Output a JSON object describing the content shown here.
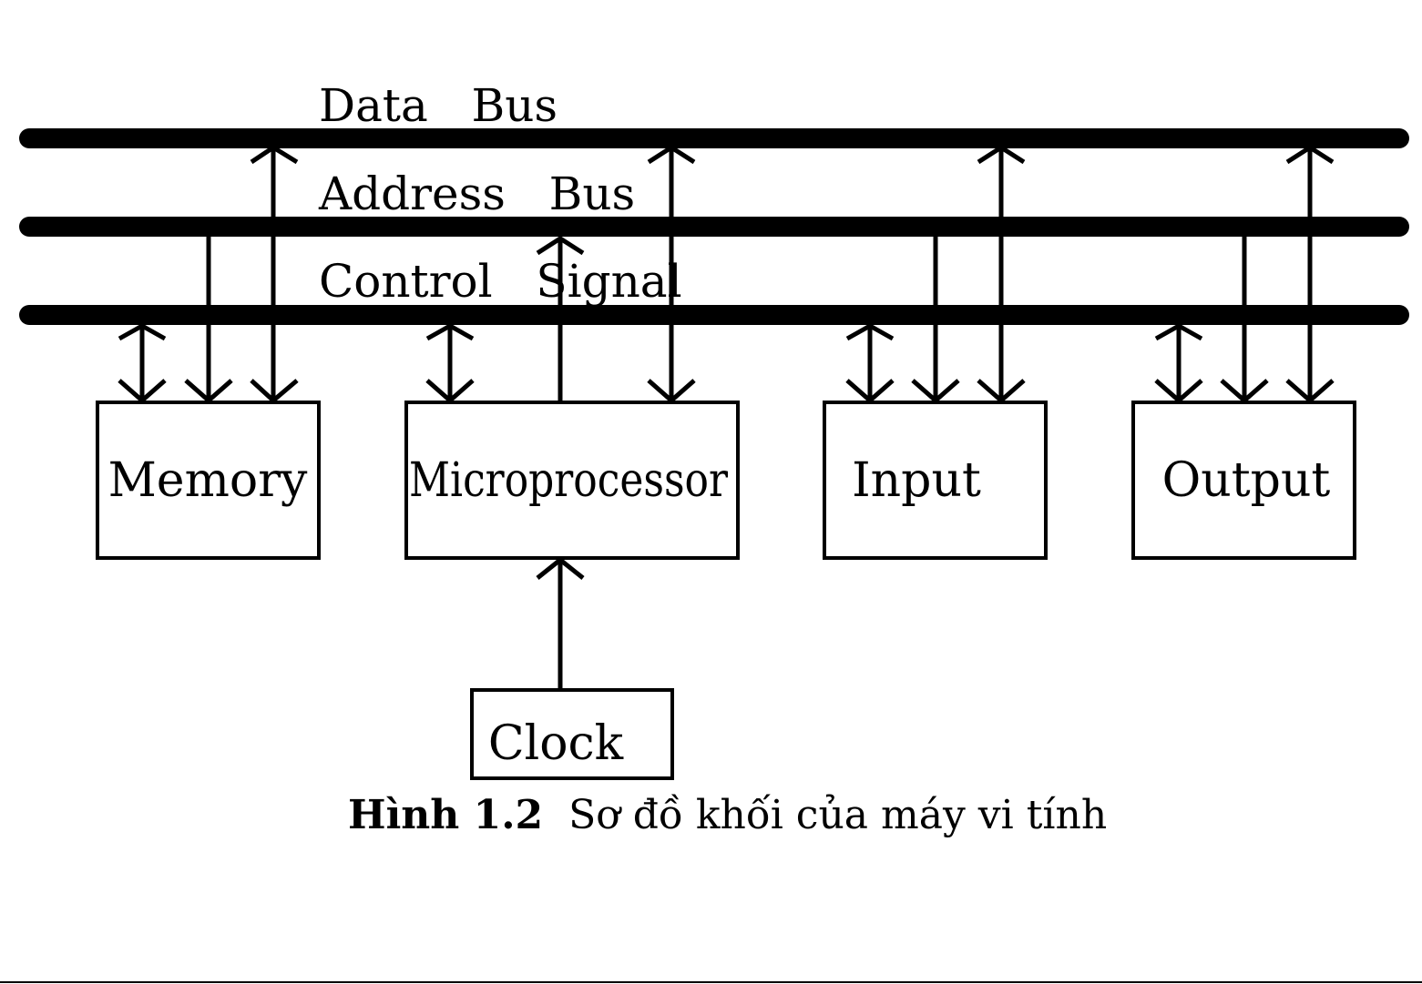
{
  "buses": {
    "data": "Data   Bus",
    "address": "Address   Bus",
    "control": "Control   Signal"
  },
  "blocks": {
    "memory": "Memory",
    "microprocessor": "Microprocessor",
    "input": "Input",
    "output": "Output",
    "clock": "Clock"
  },
  "caption": {
    "number": "Hình 1.2",
    "text": "Sơ đồ khối của máy vi tính"
  }
}
